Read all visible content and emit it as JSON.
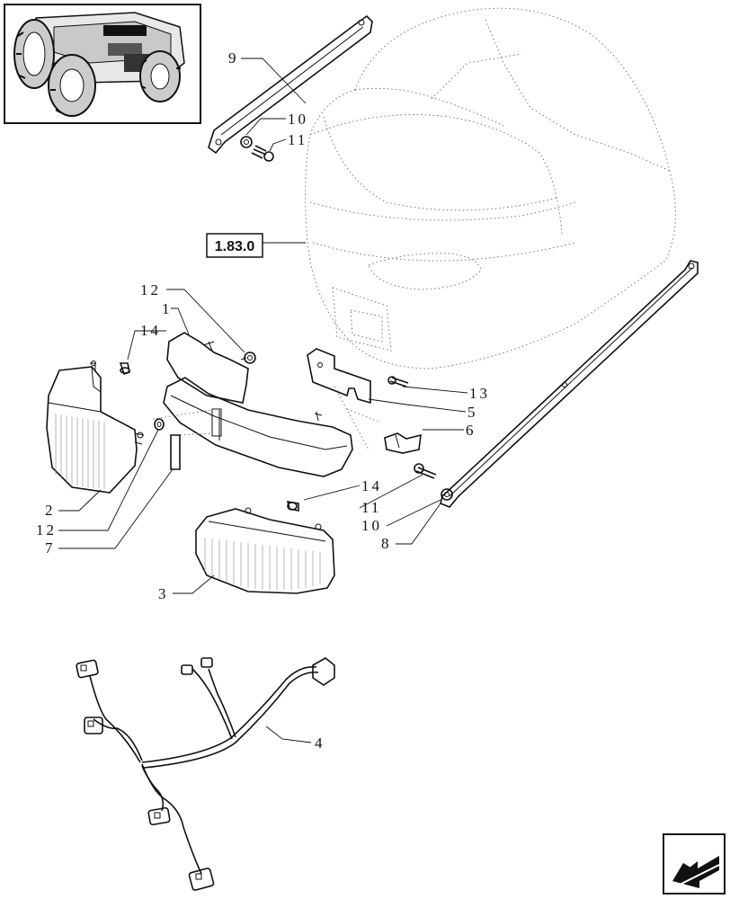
{
  "callouts": [
    {
      "id": "c9",
      "text": "9"
    },
    {
      "id": "c10a",
      "text": "10"
    },
    {
      "id": "c11a",
      "text": "11"
    },
    {
      "id": "c12a",
      "text": "12"
    },
    {
      "id": "c1",
      "text": "1"
    },
    {
      "id": "c14a",
      "text": "14"
    },
    {
      "id": "c13",
      "text": "13"
    },
    {
      "id": "c5",
      "text": "5"
    },
    {
      "id": "c6",
      "text": "6"
    },
    {
      "id": "c14b",
      "text": "14"
    },
    {
      "id": "c11b",
      "text": "11"
    },
    {
      "id": "c10b",
      "text": "10"
    },
    {
      "id": "c8",
      "text": "8"
    },
    {
      "id": "c2",
      "text": "2"
    },
    {
      "id": "c12b",
      "text": "12"
    },
    {
      "id": "c7",
      "text": "7"
    },
    {
      "id": "c3",
      "text": "3"
    },
    {
      "id": "c4",
      "text": "4"
    }
  ],
  "reference_box": {
    "text": "1.83.0"
  },
  "thumbnail": {
    "icon": "tractor-front-view-icon"
  },
  "nav_corner": {
    "icon": "previous-page-arrow-icon"
  }
}
